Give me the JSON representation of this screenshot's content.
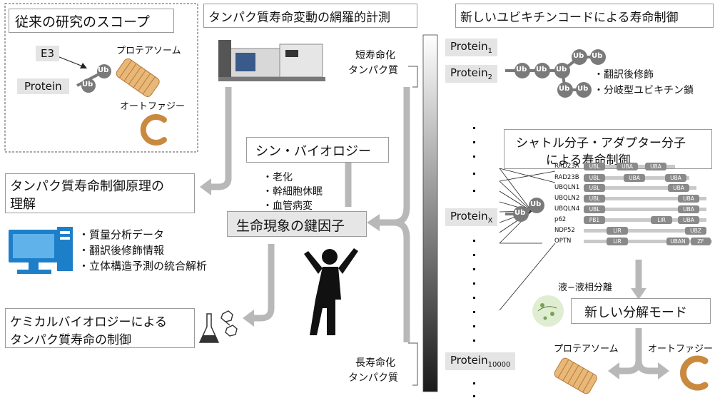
{
  "left": {
    "scope_title": "従来の研究のスコープ",
    "e3": "E3",
    "protein": "Protein",
    "ub": "Ub",
    "proteasome": "プロテアソーム",
    "autophagy": "オートファジー",
    "principle_line1": "タンパク質寿命制御原理の",
    "principle_line2": "理解",
    "analysis_items": [
      "・質量分析データ",
      "・翻訳後修飾情報",
      "・立体構造予測の統合解析"
    ],
    "chem_line1": "ケミカルバイオロジーによる",
    "chem_line2": "タンパク質寿命の制御"
  },
  "center": {
    "title": "タンパク質寿命変動の網羅的計測",
    "short_line1": "短寿命化",
    "short_line2": "タンパク質",
    "long_line1": "長寿命化",
    "long_line2": "タンパク質",
    "syn_bio": "シン・バイオロジー",
    "syn_items": [
      "・老化",
      "・幹細胞休眠",
      "・血管病変"
    ],
    "key_factor": "生命現象の鍵因子"
  },
  "right": {
    "title": "新しいユビキチンコードによる寿命制御",
    "protein1_base": "Protein",
    "protein1_sub": "1",
    "protein2_base": "Protein",
    "protein2_sub": "2",
    "proteinx_base": "Protein",
    "proteinx_sub": "X",
    "protein10000_base": "Protein",
    "protein10000_sub": "10000",
    "ptm": "・翻訳後修飾",
    "branched": "・分岐型ユビキチン鎖",
    "shuttle_line1": "シャトル分子・アダプター分子",
    "shuttle_line2": "による寿命制御",
    "llps": "液−液相分離",
    "new_mode": "新しい分解モード",
    "proteasome": "プロテアソーム",
    "autophagy": "オートファジー",
    "shuttle_rows": [
      {
        "name": "RAD23A",
        "domains": [
          "UBL",
          "UBA",
          "UBA"
        ]
      },
      {
        "name": "RAD23B",
        "domains": [
          "UBL",
          "UBA",
          "UBA"
        ]
      },
      {
        "name": "UBQLN1",
        "domains": [
          "UBL",
          "UBA"
        ]
      },
      {
        "name": "UBQLN2",
        "domains": [
          "UBL",
          "UBA"
        ]
      },
      {
        "name": "UBQLN4",
        "domains": [
          "UBL",
          "UBA"
        ]
      },
      {
        "name": "p62",
        "domains": [
          "PB1",
          "LIR",
          "UBA"
        ]
      },
      {
        "name": "NDP52",
        "domains": [
          "LIR",
          "UBZ"
        ]
      },
      {
        "name": "OPTN",
        "domains": [
          "LIR",
          "UBAN",
          "ZF"
        ]
      }
    ]
  },
  "colors": {
    "arrow": "#b8b8b8",
    "ub": "#7a7a7a",
    "tag_bg": "#e4e4e4",
    "coil": "#e8b878",
    "coil_dark": "#b87a3a"
  }
}
